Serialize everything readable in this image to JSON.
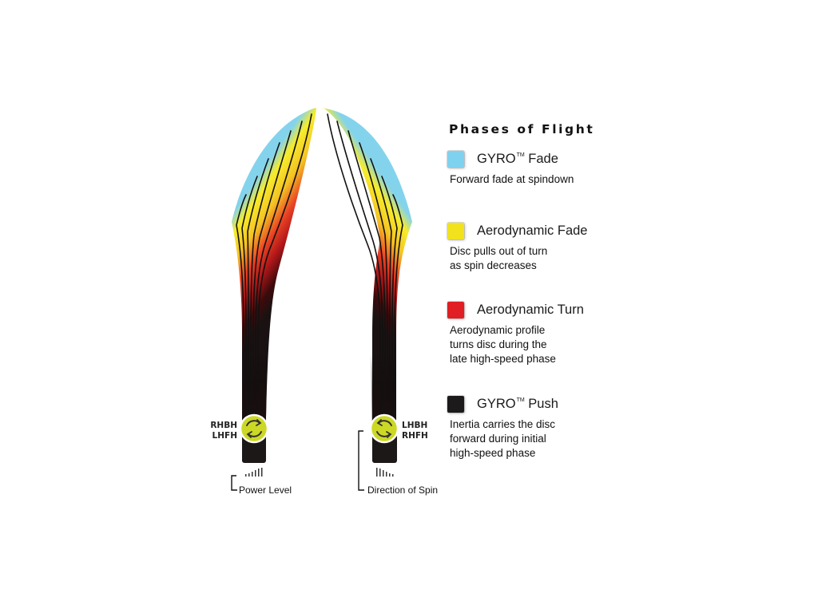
{
  "legend": {
    "title": "Phases of Flight",
    "items": [
      {
        "name": "GYRO",
        "trademark": "TM",
        "suffix": " Fade",
        "color": "#7fd2ef",
        "description": [
          "Forward fade at spindown"
        ]
      },
      {
        "name": "Aerodynamic Fade",
        "trademark": "",
        "suffix": "",
        "color": "#f2e21d",
        "description": [
          "Disc pulls out of turn",
          "as spin decreases"
        ]
      },
      {
        "name": "Aerodynamic Turn",
        "trademark": "",
        "suffix": "",
        "color": "#e01e23",
        "description": [
          "Aerodynamic profile",
          "turns disc during the",
          "late high-speed phase"
        ]
      },
      {
        "name": "GYRO",
        "trademark": "TM",
        "suffix": " Push",
        "color": "#1c1a1a",
        "description": [
          "Inertia carries the disc",
          "forward during initial",
          "high-speed phase"
        ]
      }
    ]
  },
  "flights": {
    "left": {
      "throw_labels": [
        "RHBH",
        "LHFH"
      ]
    },
    "right": {
      "throw_labels": [
        "LHBH",
        "RHFH"
      ]
    }
  },
  "captions": {
    "power_level": "Power Level",
    "direction_of_spin": "Direction of Spin"
  },
  "colors": {
    "gyro_fade": "#7fd2ef",
    "aero_fade": "#f2e21d",
    "aero_turn": "#e01e23",
    "gyro_push": "#1c1a1a",
    "spin_badge": "#cdd826"
  },
  "icons": [
    "spin-direction-icon",
    "power-level-icon",
    "direction-of-spin-icon"
  ]
}
